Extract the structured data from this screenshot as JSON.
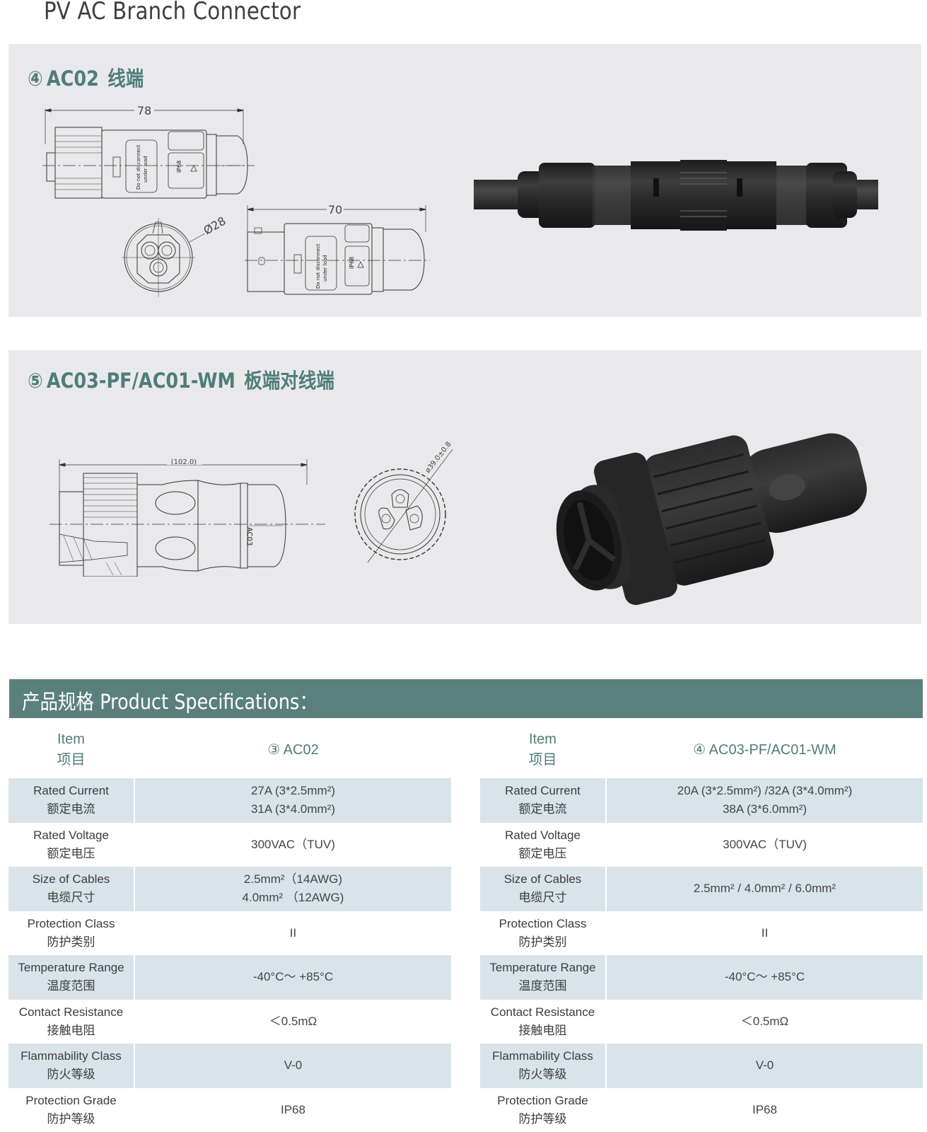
{
  "page": {
    "title": "PV AC Branch Connector"
  },
  "panels": [
    {
      "number": "④",
      "model": "AC02",
      "subtitle_cn": "线端",
      "drawings": {
        "side_view_length": "78",
        "assembled_length": "70",
        "end_view_diameter": "Ø28",
        "label_text_1": "Do not disconnect",
        "label_text_2": "under load",
        "rating_mark": "IP68"
      },
      "photo_alt": "AC02 inline branch connector, black, with cables on both ends"
    },
    {
      "number": "⑤",
      "model": "AC03-PF/AC01-WM",
      "subtitle_cn": "板端对线端",
      "drawings": {
        "side_view_length": "(102.0)",
        "end_view_diameter": "ø39.0±0.8",
        "model_mark": "AC03"
      },
      "photo_alt": "AC03-PF panel mount connector, black"
    }
  ],
  "specs": {
    "banner": "产品规格 Product Specifications：",
    "colors": {
      "banner_bg": "#5a807d",
      "heading_text": "#4f7d78",
      "row_shade": "#d8e4ea",
      "panel_bg": "#e9e9eb"
    },
    "tables": [
      {
        "header_item_en": "Item",
        "header_item_cn": "项目",
        "header_model": "③ AC02",
        "rows": [
          {
            "en": "Rated Current",
            "cn": "额定电流",
            "values": [
              "27A (3*2.5mm²)",
              "31A (3*4.0mm²)"
            ]
          },
          {
            "en": "Rated Voltage",
            "cn": "额定电压",
            "values": [
              "300VAC（TUV)"
            ]
          },
          {
            "en": "Size of Cables",
            "cn": "电缆尺寸",
            "values": [
              "2.5mm²（14AWG)",
              "4.0mm² （12AWG)"
            ]
          },
          {
            "en": "Protection Class",
            "cn": "防护类别",
            "values": [
              "II"
            ]
          },
          {
            "en": "Temperature Range",
            "cn": "温度范围",
            "values": [
              "-40°C～ +85°C"
            ]
          },
          {
            "en": "Contact Resistance",
            "cn": "接触电阻",
            "values": [
              "＜0.5mΩ"
            ]
          },
          {
            "en": "Flammability Class",
            "cn": "防火等级",
            "values": [
              "V-0"
            ]
          },
          {
            "en": "Protection Grade",
            "cn": "防护等级",
            "values": [
              "IP68"
            ]
          }
        ]
      },
      {
        "header_item_en": "Item",
        "header_item_cn": "项目",
        "header_model": "④ AC03-PF/AC01-WM",
        "rows": [
          {
            "en": "Rated Current",
            "cn": "额定电流",
            "values": [
              "20A (3*2.5mm²) /32A (3*4.0mm²)",
              "38A (3*6.0mm²)"
            ]
          },
          {
            "en": "Rated Voltage",
            "cn": "额定电压",
            "values": [
              "300VAC（TUV)"
            ]
          },
          {
            "en": "Size of Cables",
            "cn": "电缆尺寸",
            "values": [
              "2.5mm² / 4.0mm²  / 6.0mm²"
            ]
          },
          {
            "en": "Protection Class",
            "cn": "防护类别",
            "values": [
              "II"
            ]
          },
          {
            "en": "Temperature Range",
            "cn": "温度范围",
            "values": [
              "-40°C～ +85°C"
            ]
          },
          {
            "en": "Contact Resistance",
            "cn": "接触电阻",
            "values": [
              "＜0.5mΩ"
            ]
          },
          {
            "en": "Flammability Class",
            "cn": "防火等级",
            "values": [
              "V-0"
            ]
          },
          {
            "en": "Protection Grade",
            "cn": "防护等级",
            "values": [
              "IP68"
            ]
          }
        ]
      }
    ]
  }
}
